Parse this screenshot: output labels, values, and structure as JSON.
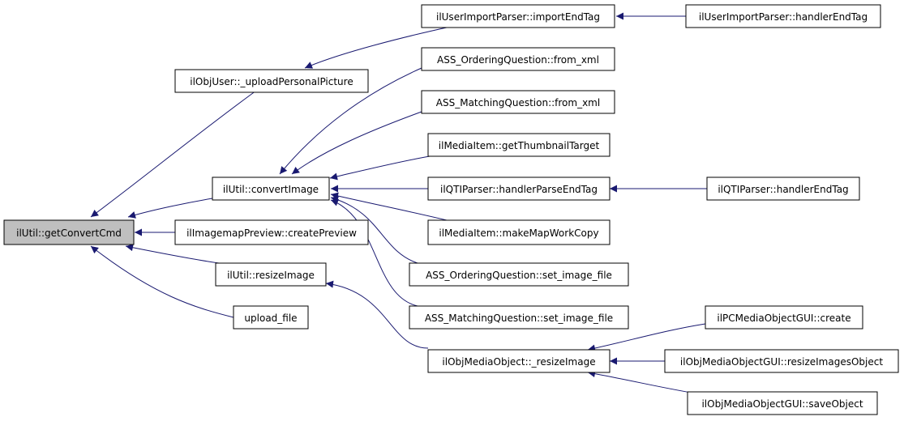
{
  "colors": {
    "edge": "#191970",
    "root_fill": "#bfbfbf",
    "node_fill": "#ffffff",
    "border": "#000000"
  },
  "nodes": {
    "getConvertCmd": "ilUtil::getConvertCmd",
    "uploadPersonalPicture": "ilObjUser::_uploadPersonalPicture",
    "convertImage": "ilUtil::convertImage",
    "createPreview": "ilImagemapPreview::createPreview",
    "resizeImage": "ilUtil::resizeImage",
    "uploadFile": "upload_file",
    "importEndTag": "ilUserImportParser::importEndTag",
    "importHandlerEndTag": "ilUserImportParser::handlerEndTag",
    "orderingFromXml": "ASS_OrderingQuestion::from_xml",
    "matchingFromXml": "ASS_MatchingQuestion::from_xml",
    "getThumbnailTarget": "ilMediaItem::getThumbnailTarget",
    "handlerParseEndTag": "ilQTIParser::handlerParseEndTag",
    "qtiHandlerEndTag": "ilQTIParser::handlerEndTag",
    "makeMapWorkCopy": "ilMediaItem::makeMapWorkCopy",
    "orderingSetImageFile": "ASS_OrderingQuestion::set_image_file",
    "matchingSetImageFile": "ASS_MatchingQuestion::set_image_file",
    "objResizeImage": "ilObjMediaObject::_resizeImage",
    "pcCreate": "ilPCMediaObjectGUI::create",
    "resizeImagesObject": "ilObjMediaObjectGUI::resizeImagesObject",
    "saveObject": "ilObjMediaObjectGUI::saveObject"
  }
}
